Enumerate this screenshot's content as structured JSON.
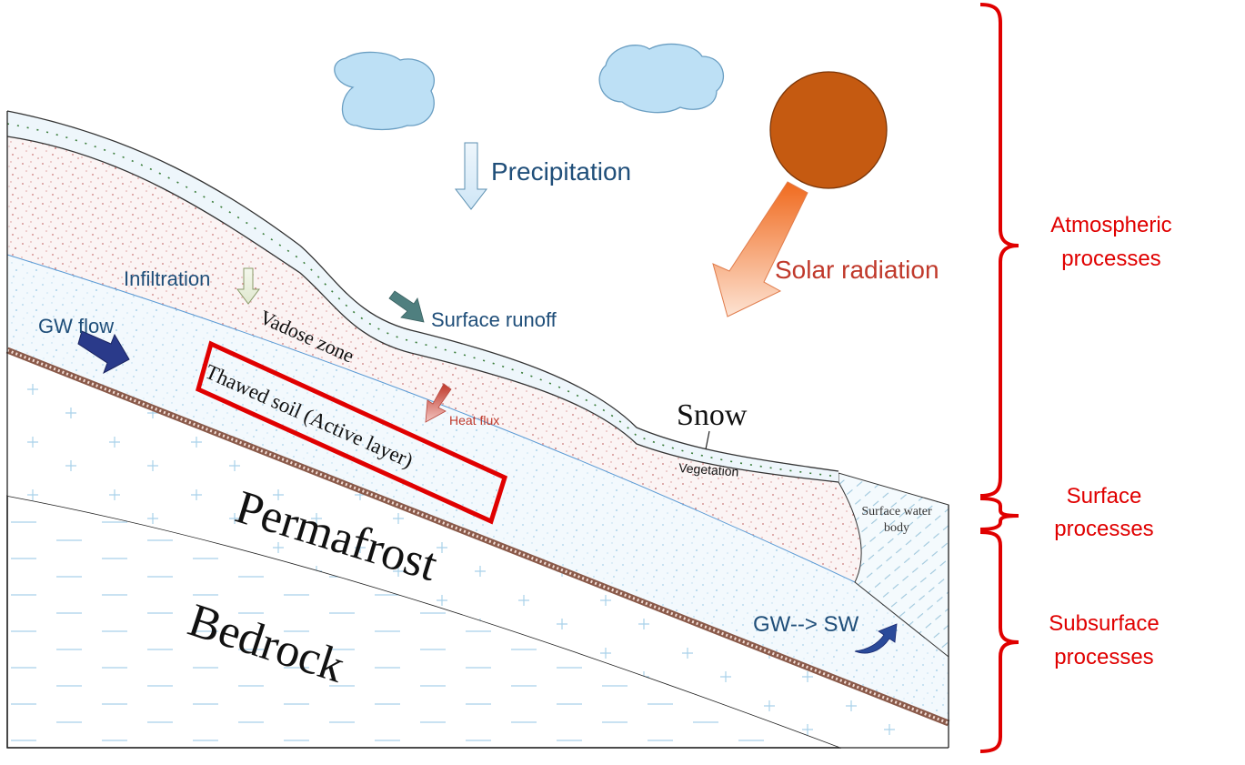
{
  "labels": {
    "precipitation": "Precipitation",
    "solar_radiation": "Solar radiation",
    "infiltration": "Infiltration",
    "surface_runoff": "Surface runoff",
    "gw_flow": "GW flow",
    "vadose_zone": "Vadose zone",
    "thawed_soil": "Thawed soil (Active layer)",
    "heat_flux": "Heat flux",
    "snow": "Snow",
    "vegetation": "Vegetation",
    "surface_water_line1": "Surface water",
    "surface_water_line2": "body",
    "permafrost": "Permafrost",
    "bedrock": "Bedrock",
    "gw_to_sw": "GW--> SW"
  },
  "brackets": {
    "atmospheric_line1": "Atmospheric",
    "atmospheric_line2": "processes",
    "surface_line1": "Surface",
    "surface_line2": "processes",
    "subsurface_line1": "Subsurface",
    "subsurface_line2": "processes"
  },
  "colors": {
    "label_blue": "#1f4e79",
    "solar_red": "#c0392b",
    "bracket_red": "#e00000",
    "sun": "#c55a11",
    "cloud": "#bde0f5"
  },
  "icons": [
    "cloud-icon",
    "sun-icon"
  ]
}
